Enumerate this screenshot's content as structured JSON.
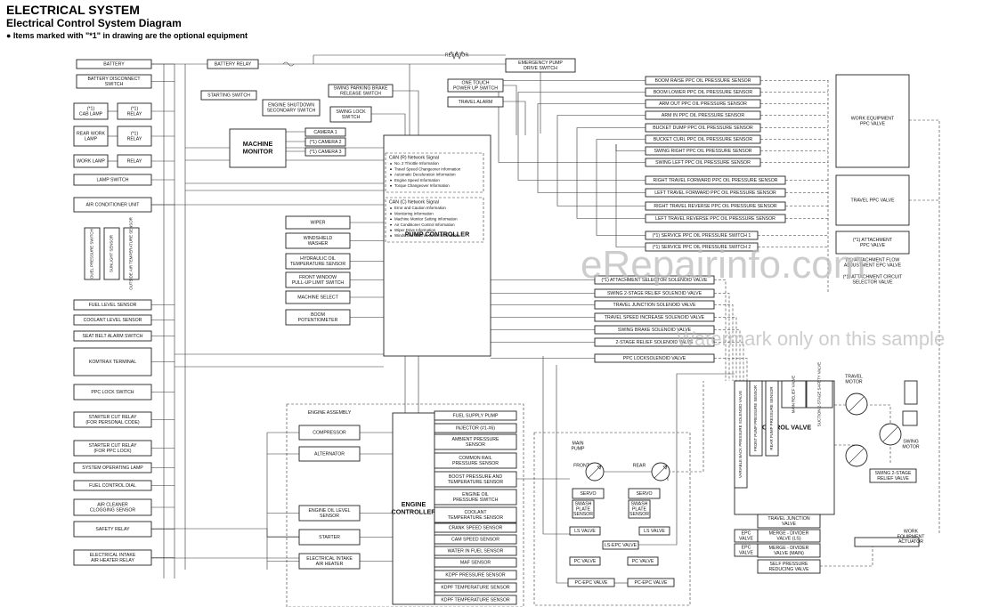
{
  "header": {
    "title": "ELECTRICAL SYSTEM",
    "subtitle": "Electrical Control System Diagram",
    "note": "● Items marked with \"*1\" in drawing are the optional equipment"
  },
  "watermark": {
    "brand": "eRepairinfo.com",
    "caption": "Watermark only on this sample"
  },
  "nodes": [
    {
      "id": "battery",
      "lines": [
        "BATTERY"
      ]
    },
    {
      "id": "battery_disconnect",
      "lines": [
        "BATTERY DISCONNECT",
        "SWITCH"
      ]
    },
    {
      "id": "cab_lamp",
      "lines": [
        "(*1)",
        "CAB LAMP"
      ]
    },
    {
      "id": "relay1",
      "lines": [
        "(*1)",
        "RELAY"
      ]
    },
    {
      "id": "rear_work_lamp",
      "lines": [
        "REAR WORK",
        "LAMP"
      ]
    },
    {
      "id": "relay2",
      "lines": [
        "(*1)",
        "RELAY"
      ]
    },
    {
      "id": "work_lamp",
      "lines": [
        "WORK LAMP"
      ]
    },
    {
      "id": "relay3",
      "lines": [
        "RELAY"
      ]
    },
    {
      "id": "lamp_switch",
      "lines": [
        "LAMP SWITCH"
      ]
    },
    {
      "id": "ac_unit",
      "lines": [
        "AIR CONDITIONER UNIT"
      ]
    },
    {
      "id": "fuel_level",
      "lines": [
        "FUEL LEVEL SENSOR"
      ]
    },
    {
      "id": "coolant_level",
      "lines": [
        "COOLANT LEVEL SENSOR"
      ]
    },
    {
      "id": "seat_belt",
      "lines": [
        "SEAT BELT ALARM SWITCH"
      ]
    },
    {
      "id": "komtrax",
      "lines": [
        "KOMTRAX TERMINAL"
      ]
    },
    {
      "id": "ppc_lock",
      "lines": [
        "PPC LOCK SWITCH"
      ]
    },
    {
      "id": "starter_cut1",
      "lines": [
        "STARTER CUT RELAY",
        "(FOR PERSONAL CODE)"
      ]
    },
    {
      "id": "starter_cut2",
      "lines": [
        "STARTER CUT RELAY",
        "(FOR PPC LOCK)"
      ]
    },
    {
      "id": "sys_op_lamp",
      "lines": [
        "SYSTEM OPERATING LAMP"
      ]
    },
    {
      "id": "fuel_dial",
      "lines": [
        "FUEL CONTROL DIAL"
      ]
    },
    {
      "id": "air_cleaner",
      "lines": [
        "AIR CLEANER",
        "CLOGGING SENSOR"
      ]
    },
    {
      "id": "safety_relay",
      "lines": [
        "SAFETY RELAY"
      ]
    },
    {
      "id": "intake_relay",
      "lines": [
        "ELECTRICAL INTAKE",
        "AIR HEATER RELAY"
      ]
    },
    {
      "id": "battery_relay",
      "lines": [
        "BATTERY RELAY"
      ]
    },
    {
      "id": "starting_switch",
      "lines": [
        "STARTING SWITCH"
      ]
    },
    {
      "id": "eng_shutdown",
      "lines": [
        "ENGINE SHUTDOWN",
        "SECONDARY SWITCH"
      ]
    },
    {
      "id": "machine_monitor",
      "lines": [
        "MACHINE",
        "MONITOR"
      ],
      "bold": true
    },
    {
      "id": "camera1",
      "lines": [
        "CAMERA 1"
      ]
    },
    {
      "id": "camera2",
      "lines": [
        "(*1) CAMERA 2"
      ]
    },
    {
      "id": "camera3",
      "lines": [
        "(*1) CAMERA 3"
      ]
    },
    {
      "id": "swing_park",
      "lines": [
        "SWING PARKING BRAKE",
        "RELEASE SWITCH"
      ]
    },
    {
      "id": "swing_lock",
      "lines": [
        "SWING LOCK",
        "SWITCH"
      ]
    },
    {
      "id": "resistor_lbl",
      "lines": [
        "RESISTOR"
      ],
      "plain": true
    },
    {
      "id": "emergency_pump",
      "lines": [
        "EMERGENCY PUMP",
        "DRIVE SWITCH"
      ]
    },
    {
      "id": "one_touch",
      "lines": [
        "ONE TOUCH",
        "POWER UP SWITCH"
      ]
    },
    {
      "id": "travel_alarm",
      "lines": [
        "TRAVEL ALARM"
      ]
    },
    {
      "id": "pump_controller",
      "lines": [
        "PUMP CONTROLLER"
      ],
      "bold": true,
      "labelDy": 0.45
    },
    {
      "id": "wiper",
      "lines": [
        "WIPER"
      ]
    },
    {
      "id": "washer",
      "lines": [
        "WINDSHIELD",
        "WASHER"
      ]
    },
    {
      "id": "hyd_oil_temp",
      "lines": [
        "HYDRAULIC OIL",
        "TEMPERATURE SENSOR"
      ]
    },
    {
      "id": "front_window",
      "lines": [
        "FRONT WINDOW",
        "PULL-UP LIMIT SWITCH"
      ]
    },
    {
      "id": "machine_select",
      "lines": [
        "MACHINE SELECT"
      ]
    },
    {
      "id": "boom_pot",
      "lines": [
        "BOOM",
        "POTENTIOMETER"
      ]
    },
    {
      "id": "boom_raise",
      "lines": [
        "BOOM RAISE PPC OIL PRESSURE SENSOR"
      ]
    },
    {
      "id": "boom_lower",
      "lines": [
        "BOOM LOWER PPC OIL PRESSURE SENSOR"
      ]
    },
    {
      "id": "arm_out",
      "lines": [
        "ARM OUT PPC OIL PRESSURE SENSOR"
      ]
    },
    {
      "id": "arm_in",
      "lines": [
        "ARM IN PPC OIL PRESSURE SENSOR"
      ]
    },
    {
      "id": "bucket_dump",
      "lines": [
        "BUCKET DUMP PPC OIL PRESSURE SENSOR"
      ]
    },
    {
      "id": "bucket_curl",
      "lines": [
        "BUCKET CURL PPC OIL PRESSURE SENSOR"
      ]
    },
    {
      "id": "swing_right",
      "lines": [
        "SWING RIGHT PPC OIL PRESSURE SENSOR"
      ]
    },
    {
      "id": "swing_left",
      "lines": [
        "SWING LEFT PPC OIL PRESSURE SENSOR"
      ]
    },
    {
      "id": "rt_fwd",
      "lines": [
        "RIGHT TRAVEL FORWARD PPC OIL PRESSURE SENSOR"
      ]
    },
    {
      "id": "lt_fwd",
      "lines": [
        "LEFT TRAVEL FORWARD PPC OIL PRESSURE SENSOR"
      ]
    },
    {
      "id": "rt_rev",
      "lines": [
        "RIGHT TRAVEL REVERSE PPC OIL PRESSURE SENSOR"
      ]
    },
    {
      "id": "lt_rev",
      "lines": [
        "LEFT TRAVEL REVERSE PPC OIL PRESSURE SENSOR"
      ]
    },
    {
      "id": "svc1",
      "lines": [
        "(*1) SERVICE PPC OIL PRESSURE SWITCH 1"
      ]
    },
    {
      "id": "svc2",
      "lines": [
        "(*1) SERVICE PPC OIL PRESSURE SWITCH 2"
      ]
    },
    {
      "id": "work_ppc",
      "lines": [
        "WORK EQUIPMENT",
        "PPC VALVE"
      ]
    },
    {
      "id": "travel_ppc",
      "lines": [
        "TRAVEL PPC VALVE"
      ]
    },
    {
      "id": "attach_ppc",
      "lines": [
        "(*1) ATTACHMENT",
        "PPC VALVE"
      ]
    },
    {
      "id": "attach_flow",
      "lines": [
        "(*1) ATTACHMENT FLOW",
        "ADJUSTMENT EPC VALVE"
      ],
      "plain": true
    },
    {
      "id": "attach_circuit",
      "lines": [
        "(*1) ATTACHMENT CIRCUIT",
        "SELECTOR VALVE"
      ],
      "plain": true
    },
    {
      "id": "sol_attach",
      "lines": [
        "(*1) ATTACHMENT SELECTOR SOLENOID VALVE"
      ]
    },
    {
      "id": "sol_swing2",
      "lines": [
        "SWING 2-STAGE RELIEF SOLENOID VALVE"
      ]
    },
    {
      "id": "sol_tj",
      "lines": [
        "TRAVEL JUNCTION SOLENOID VALVE"
      ]
    },
    {
      "id": "sol_ts",
      "lines": [
        "TRAVEL SPEED INCREASE SOLENOID VALVE"
      ]
    },
    {
      "id": "sol_sb",
      "lines": [
        "SWING BRAKE SOLENOID VALVE"
      ]
    },
    {
      "id": "sol_2sr",
      "lines": [
        "2-STAGE RELIEF SOLENOID VALVE"
      ]
    },
    {
      "id": "sol_ppc",
      "lines": [
        "PPC LOCKSOLENOID VALVE"
      ]
    },
    {
      "id": "engine_assembly",
      "lines": [
        "ENGINE ASSEMBLY"
      ],
      "plain": true
    },
    {
      "id": "compressor",
      "lines": [
        "COMPRESSOR"
      ]
    },
    {
      "id": "alternator",
      "lines": [
        "ALTERNATOR"
      ]
    },
    {
      "id": "eng_oil_level",
      "lines": [
        "ENGINE OIL LEVEL",
        "SENSOR"
      ]
    },
    {
      "id": "starter",
      "lines": [
        "STARTER"
      ]
    },
    {
      "id": "intake_heater",
      "lines": [
        "ELECTRICAL INTAKE",
        "AIR HEATER"
      ]
    },
    {
      "id": "engine_controller",
      "lines": [
        "ENGINE",
        "CONTROLLER"
      ],
      "bold": true
    },
    {
      "id": "fuel_supply",
      "lines": [
        "FUEL SUPPLY PUMP"
      ]
    },
    {
      "id": "injector",
      "lines": [
        "INJECTOR (#1-#6)"
      ]
    },
    {
      "id": "ambient",
      "lines": [
        "AMBIENT PRESSURE",
        "SENSOR"
      ]
    },
    {
      "id": "common_rail",
      "lines": [
        "COMMON RAIL",
        "PRESSURE SENSOR"
      ]
    },
    {
      "id": "boost",
      "lines": [
        "BOOST PRESSURE AND",
        "TEMPERATURE SENSOR"
      ]
    },
    {
      "id": "eng_oil_press",
      "lines": [
        "ENGINE OIL",
        "PRESSURE SWITCH"
      ]
    },
    {
      "id": "coolant_temp",
      "lines": [
        "COOLANT",
        "TEMPERATURE SENSOR"
      ]
    },
    {
      "id": "crank",
      "lines": [
        "CRANK SPEED SENSOR"
      ]
    },
    {
      "id": "cam",
      "lines": [
        "CAM SPEED SENSOR"
      ]
    },
    {
      "id": "water_fuel",
      "lines": [
        "WATER IN FUEL SENSOR"
      ]
    },
    {
      "id": "maf",
      "lines": [
        "MAF SENSOR"
      ]
    },
    {
      "id": "kdpf_p",
      "lines": [
        "KDPF PRESSURE SENSOR"
      ]
    },
    {
      "id": "kdpf_t1",
      "lines": [
        "KDPF TEMPERATURE SENSOR"
      ]
    },
    {
      "id": "kdpf_t2",
      "lines": [
        "KDPF TEMPERATURE SENSOR"
      ]
    },
    {
      "id": "main_pump",
      "lines": [
        "MAIN",
        "PUMP"
      ],
      "plain": true
    },
    {
      "id": "front_lbl",
      "lines": [
        "FRONT"
      ],
      "plain": true
    },
    {
      "id": "rear_lbl",
      "lines": [
        "REAR"
      ],
      "plain": true
    },
    {
      "id": "servo1",
      "lines": [
        "SERVO"
      ]
    },
    {
      "id": "servo2",
      "lines": [
        "SERVO"
      ]
    },
    {
      "id": "swash1",
      "lines": [
        "SWASH",
        "PLATE",
        "SENSOR"
      ]
    },
    {
      "id": "swash2",
      "lines": [
        "SWASH",
        "PLATE",
        "SENSOR"
      ]
    },
    {
      "id": "ls1",
      "lines": [
        "LS VALVE"
      ]
    },
    {
      "id": "ls2",
      "lines": [
        "LS VALVE"
      ]
    },
    {
      "id": "ls_epc",
      "lines": [
        "LS-EPC VALVE"
      ]
    },
    {
      "id": "pc1",
      "lines": [
        "PC VALVE"
      ]
    },
    {
      "id": "pc2",
      "lines": [
        "PC VALVE"
      ]
    },
    {
      "id": "pcepc1",
      "lines": [
        "PC-EPC VALVE"
      ]
    },
    {
      "id": "pcepc2",
      "lines": [
        "PC-EPC VALVE"
      ]
    },
    {
      "id": "control_valve",
      "lines": [
        "CONTROL VALVE"
      ],
      "bold": true,
      "labelDy": 0.35
    },
    {
      "id": "travel_junction",
      "lines": [
        "TRAVEL JUNCTION",
        "VALVE"
      ]
    },
    {
      "id": "epc1",
      "lines": [
        "EPC",
        "VALVE"
      ]
    },
    {
      "id": "epc2",
      "lines": [
        "EPC",
        "VALVE"
      ]
    },
    {
      "id": "merge_ls",
      "lines": [
        "MERGE - DIVIDER",
        "VALVE (LS)"
      ]
    },
    {
      "id": "merge_main",
      "lines": [
        "MERGE - DIVIDER",
        "VALVE (MAIN)"
      ]
    },
    {
      "id": "self_press",
      "lines": [
        "SELF PRESSURE",
        "REDUCING VALVE"
      ]
    },
    {
      "id": "travel_motor_lbl",
      "lines": [
        "TRAVEL",
        "MOTOR"
      ],
      "plain": true
    },
    {
      "id": "swing_motor_lbl",
      "lines": [
        "SWING",
        "MOTOR"
      ],
      "plain": true
    },
    {
      "id": "swing_relief",
      "lines": [
        "SWING 2-STAGE",
        "RELIEF VALVE"
      ]
    },
    {
      "id": "work_actuator",
      "lines": [
        "WORK",
        "EQUIPMENT",
        "ACTUATOR"
      ],
      "plain": true
    }
  ],
  "vertical_nodes": [
    {
      "id": "dual_press",
      "text": "DUEL PRESSURE SWITCH"
    },
    {
      "id": "sunlight",
      "text": "SUNLIGHT SENSOR"
    },
    {
      "id": "outside_air",
      "text": "OUTSIDE AIR TEMPERATURE SENSOR"
    },
    {
      "id": "var_back",
      "text": "VARIABLE BACK PRESSURE SOLENOID VALVE"
    },
    {
      "id": "front_pump_ps",
      "text": "FRONT PUMP PRESSURE SENSOR"
    },
    {
      "id": "rear_pump_ps",
      "text": "REAR PUMP PRESSURE SENSOR"
    },
    {
      "id": "main_relief",
      "text": "MAIN RELIEF VALVE"
    },
    {
      "id": "suction",
      "text": "SUCTION 2-STAGE SAFETY VALVE"
    }
  ],
  "can_panels": [
    {
      "id": "can_r",
      "title": "CAN (R) Network Signal",
      "items": [
        "No. 2 Throttle Information",
        "Travel Speed Changeover Information",
        "Automatic Deceleration Information",
        "Engine Speed Information",
        "Torque Changeover Information"
      ]
    },
    {
      "id": "can_c",
      "title": "CAN (C) Network Signal",
      "items": [
        "Error and Caution Information",
        "Monitoring Information",
        "Machine Monitor Setting Information",
        "Air Conditioner Control Information",
        "Wiper Drive Information",
        "Windshield Washer Drive Information"
      ]
    }
  ]
}
